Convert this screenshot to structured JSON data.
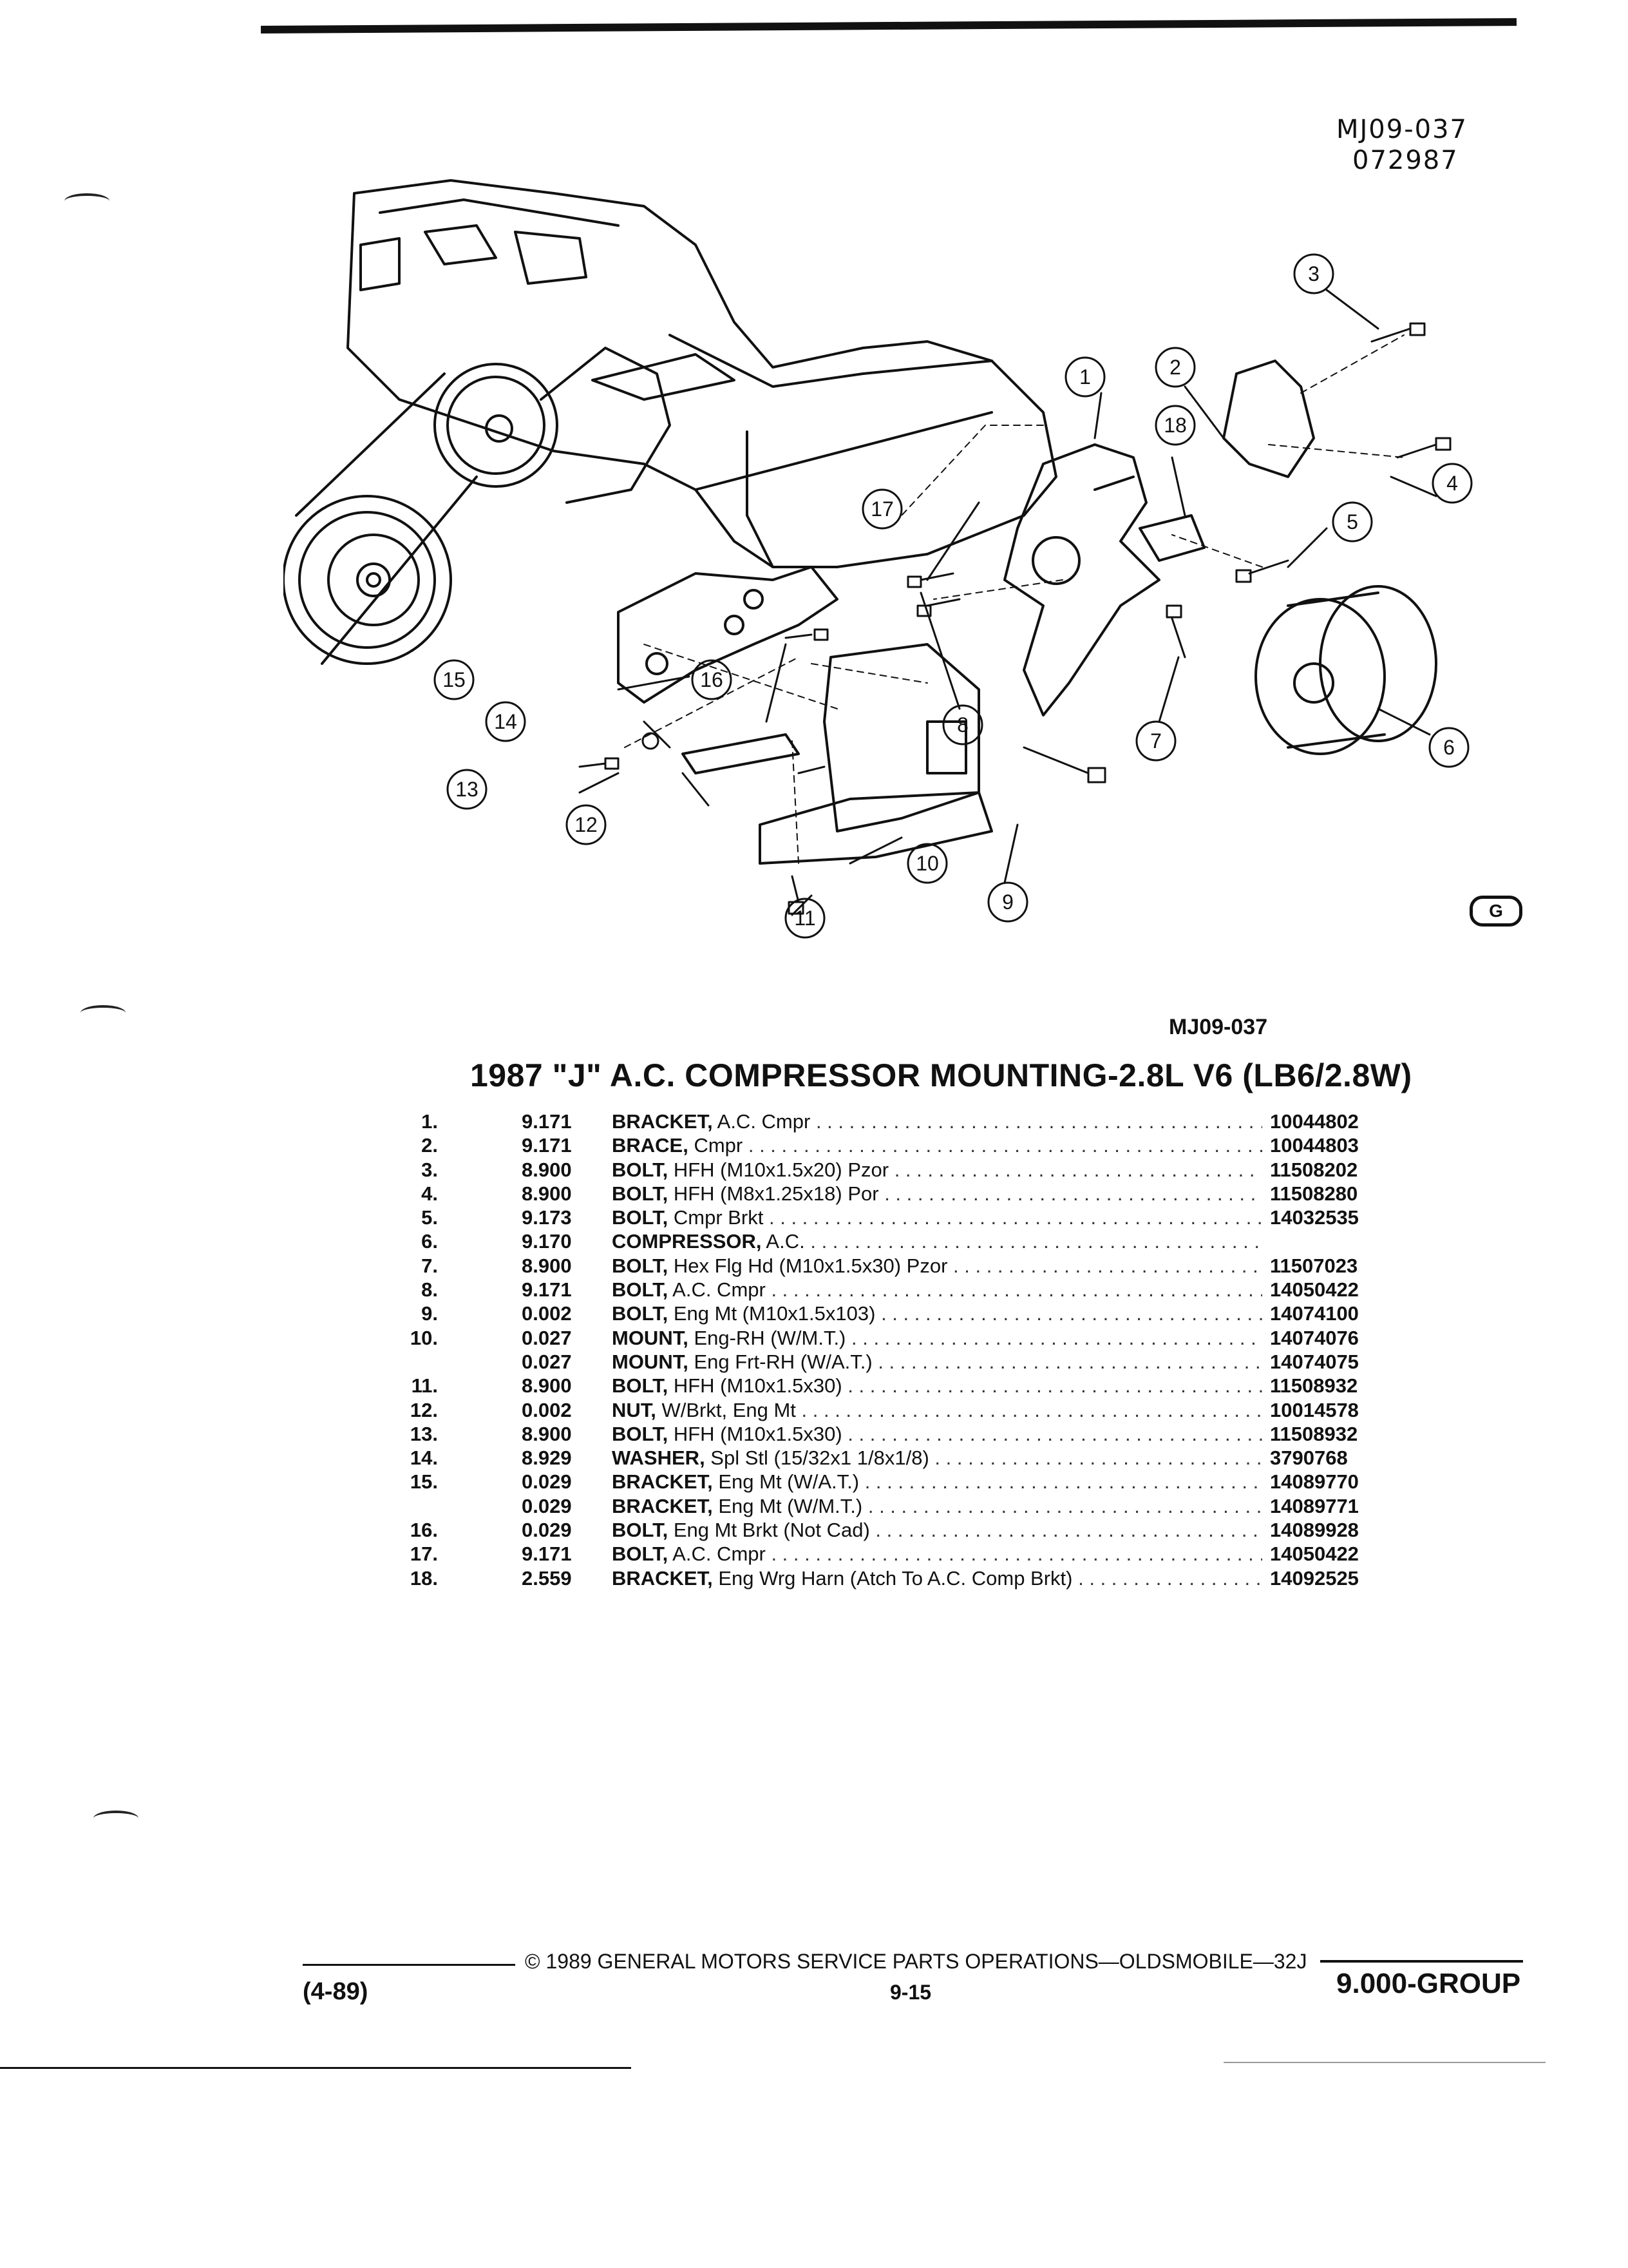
{
  "header": {
    "ref_code_1": "MJ09-037",
    "ref_code_2": "072987",
    "logo_letter": "G"
  },
  "diagram": {
    "callouts": [
      "1",
      "2",
      "3",
      "4",
      "5",
      "6",
      "7",
      "8",
      "9",
      "10",
      "11",
      "12",
      "13",
      "14",
      "15",
      "16",
      "17",
      "18"
    ],
    "figure_code": "MJ09-037"
  },
  "table": {
    "title": "1987 \"J\" A.C. COMPRESSOR MOUNTING-2.8L V6 (LB6/2.8W)",
    "rows": [
      {
        "num": "1.",
        "group": "9.171",
        "name": "BRACKET,",
        "desc": " A.C. Cmpr",
        "part": "10044802"
      },
      {
        "num": "2.",
        "group": "9.171",
        "name": "BRACE,",
        "desc": " Cmpr",
        "part": "10044803"
      },
      {
        "num": "3.",
        "group": "8.900",
        "name": "BOLT,",
        "desc": " HFH (M10x1.5x20) Pzor",
        "part": "11508202"
      },
      {
        "num": "4.",
        "group": "8.900",
        "name": "BOLT,",
        "desc": " HFH (M8x1.25x18) Por",
        "part": "11508280"
      },
      {
        "num": "5.",
        "group": "9.173",
        "name": "BOLT,",
        "desc": " Cmpr Brkt",
        "part": "14032535"
      },
      {
        "num": "6.",
        "group": "9.170",
        "name": "COMPRESSOR,",
        "desc": " A.C.",
        "part": ""
      },
      {
        "num": "7.",
        "group": "8.900",
        "name": "BOLT,",
        "desc": " Hex Flg Hd (M10x1.5x30) Pzor",
        "part": "11507023"
      },
      {
        "num": "8.",
        "group": "9.171",
        "name": "BOLT,",
        "desc": " A.C. Cmpr",
        "part": "14050422"
      },
      {
        "num": "9.",
        "group": "0.002",
        "name": "BOLT,",
        "desc": " Eng Mt (M10x1.5x103)",
        "part": "14074100"
      },
      {
        "num": "10.",
        "group": "0.027",
        "name": "MOUNT,",
        "desc": " Eng-RH (W/M.T.)",
        "part": "14074076"
      },
      {
        "num": "",
        "group": "0.027",
        "name": "MOUNT,",
        "desc": " Eng Frt-RH (W/A.T.)",
        "part": "14074075"
      },
      {
        "num": "11.",
        "group": "8.900",
        "name": "BOLT,",
        "desc": " HFH (M10x1.5x30)",
        "part": "11508932"
      },
      {
        "num": "12.",
        "group": "0.002",
        "name": "NUT,",
        "desc": " W/Brkt, Eng Mt",
        "part": "10014578"
      },
      {
        "num": "13.",
        "group": "8.900",
        "name": "BOLT,",
        "desc": " HFH (M10x1.5x30)",
        "part": "11508932"
      },
      {
        "num": "14.",
        "group": "8.929",
        "name": "WASHER,",
        "desc": " Spl Stl (15/32x1 1/8x1/8)",
        "part": "3790768"
      },
      {
        "num": "15.",
        "group": "0.029",
        "name": "BRACKET,",
        "desc": " Eng Mt (W/A.T.)",
        "part": "14089770"
      },
      {
        "num": "",
        "group": "0.029",
        "name": "BRACKET,",
        "desc": " Eng Mt (W/M.T.)",
        "part": "14089771"
      },
      {
        "num": "16.",
        "group": "0.029",
        "name": "BOLT,",
        "desc": " Eng Mt Brkt (Not Cad)",
        "part": "14089928"
      },
      {
        "num": "17.",
        "group": "9.171",
        "name": "BOLT,",
        "desc": " A.C. Cmpr",
        "part": "14050422"
      },
      {
        "num": "18.",
        "group": "2.559",
        "name": "BRACKET,",
        "desc": " Eng Wrg Harn (Atch To A.C. Comp Brkt)",
        "part": "14092525"
      }
    ]
  },
  "footer": {
    "copyright": "© 1989 GENERAL MOTORS SERVICE PARTS OPERATIONS—OLDSMOBILE—32J",
    "date": "(4-89)",
    "page": "9-15",
    "group": "9.000-GROUP"
  }
}
